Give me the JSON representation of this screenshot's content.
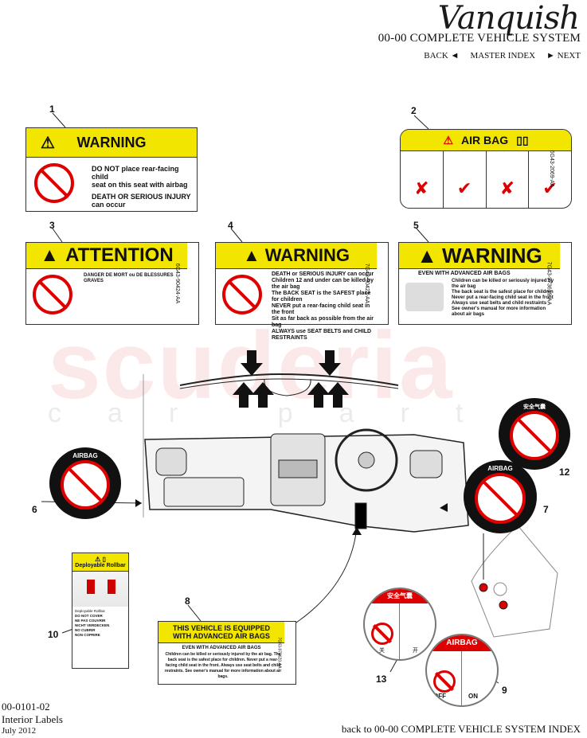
{
  "header": {
    "brand": "Vanquish",
    "system_title": "00-00 COMPLETE VEHICLE SYSTEM",
    "nav_back": "BACK ◄",
    "nav_master": "MASTER INDEX",
    "nav_next": "► NEXT"
  },
  "footer": {
    "code": "00-0101-02",
    "name": "Interior Labels",
    "date": "July 2012",
    "back_link": "back to 00-00 COMPLETE VEHICLE SYSTEM INDEX"
  },
  "watermark": {
    "main": "scuderia",
    "sub": "car parts"
  },
  "callouts": [
    "1",
    "2",
    "3",
    "4",
    "5",
    "6",
    "7",
    "8",
    "9",
    "10",
    "12",
    "13"
  ],
  "labels": {
    "l1": {
      "title": "WARNING",
      "line1": "DO NOT place rear-facing child",
      "line2": "seat on this seat with airbag",
      "line3": "DEATH OR SERIOUS INJURY",
      "line4": "can occur"
    },
    "l2": {
      "title": "AIR BAG",
      "code": "6G43-2069-AA"
    },
    "l3": {
      "title": "ATTENTION",
      "head": "DANGER DE MORT ou DE BLESSURES GRAVES",
      "code": "6G43-90424-AA"
    },
    "l4": {
      "title": "WARNING",
      "head": "DEATH or SERIOUS INJURY can occur",
      "b1": "Children 12 and under can be killed by the air bag",
      "b2": "The BACK SEAT is the SAFEST place for children",
      "b3": "NEVER put a rear-facing child seat in the front",
      "b4": "Sit as far back as possible from the air bag",
      "b5": "ALWAYS use SEAT BELTS and CHILD RESTRAINTS",
      "code": "7G43-90423-AA"
    },
    "l5": {
      "title": "WARNING",
      "head": "EVEN WITH ADVANCED AIR BAGS",
      "b1": "Children can be killed or seriously injured by the air bag",
      "b2": "The back seat is the safest place for children",
      "b3": "Never put a rear-facing child seat in the front",
      "b4": "Always use seat belts and child restraints",
      "b5": "See owner's manual for more information about air bags",
      "code": "7G43-973619-AA"
    },
    "l6": {
      "ring": "AIRBAG"
    },
    "l7": {
      "ring": "AIRBAG"
    },
    "l8": {
      "title1": "THIS VEHICLE IS EQUIPPED",
      "title2": "WITH ADVANCED AIR BAGS",
      "head": "EVEN WITH ADVANCED AIR BAGS",
      "body": "Children can be killed or seriously injured by the air bag. The back seat is the safest place for children. Never put a rear-facing child seat in the front. Always use seat belts and child restraints. See owner's manual for more information about air bags.",
      "code": "7G43-973620-AA"
    },
    "l9": {
      "ring": "AIRBAG",
      "off": "OFF",
      "on": "ON"
    },
    "l10": {
      "title": "Deployable Rollbar",
      "t1": "Deployable Rollbar",
      "t2": "DO NOT COVER",
      "t3": "NE PAS COUVRIR",
      "t4": "NICHT VERDECKEN",
      "t5": "NO CUBRIR",
      "t6": "NON COPRIRE"
    },
    "l12": {
      "ring": "安全气囊"
    },
    "l13": {
      "ring": "安全气囊",
      "off": "关",
      "on": "开"
    }
  },
  "colors": {
    "warning_yellow": "#f2e600",
    "prohibit_red": "#d00000",
    "check_red": "#e00000"
  }
}
